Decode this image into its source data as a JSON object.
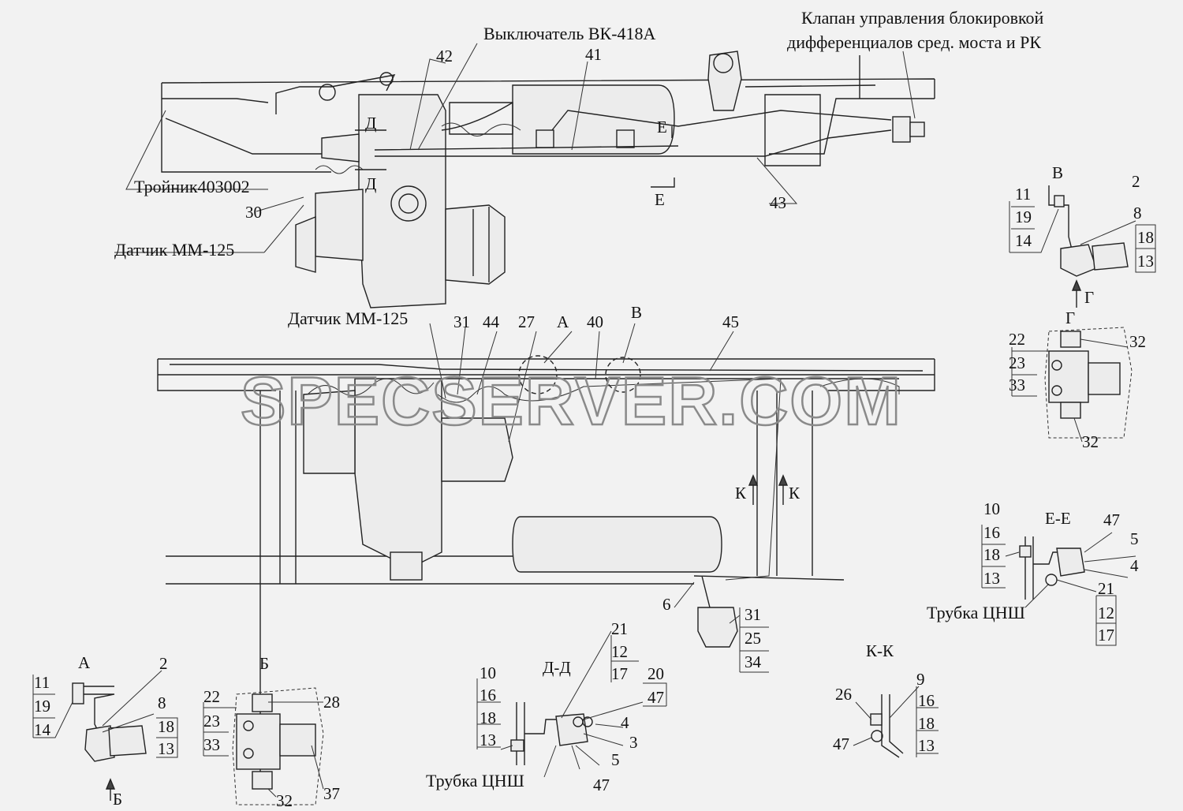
{
  "watermark": "SPECSERVER.COM",
  "top_view": {
    "labels": {
      "switch": "Выключатель ВК-418А",
      "valve_line1": "Клапан управления блокировкой",
      "valve_line2": "дифференциалов сред. моста и РК",
      "tee": "Тройник403002",
      "sensor": "Датчик ММ-125",
      "n42": "42",
      "n41": "41",
      "n43": "43",
      "n30": "30",
      "d_top": "Д",
      "d_bottom": "Д",
      "e_top": "Е",
      "e_bottom": "Е"
    }
  },
  "plan_view": {
    "labels": {
      "sensor": "Датчик ММ-125",
      "n31": "31",
      "n44": "44",
      "n27": "27",
      "a": "А",
      "n40": "40",
      "v": "В",
      "n45": "45",
      "k1": "К",
      "k2": "К",
      "n6": "6",
      "n31b": "31",
      "n25": "25",
      "n34": "34"
    }
  },
  "detail_v": {
    "title": "В",
    "left": [
      "11",
      "19",
      "14"
    ],
    "n2": "2",
    "right": [
      "8",
      "18",
      "13"
    ],
    "arrow": "Г"
  },
  "detail_g": {
    "title": "Г",
    "left": [
      "22",
      "23",
      "33"
    ],
    "n32a": "32",
    "n32b": "32"
  },
  "detail_ee": {
    "title": "Е-Е",
    "left": [
      "10",
      "16",
      "18",
      "13"
    ],
    "right_top": [
      "47",
      "5",
      "4"
    ],
    "right_bottom": [
      "21",
      "12",
      "17"
    ],
    "tube": "Трубка ЦНШ"
  },
  "detail_a": {
    "title": "А",
    "left": [
      "11",
      "19",
      "14"
    ],
    "n2": "2",
    "right": [
      "8",
      "18",
      "13"
    ],
    "arrow": "Б"
  },
  "detail_b": {
    "title": "Б",
    "left": [
      "22",
      "23",
      "33"
    ],
    "n28": "28",
    "n32": "32",
    "n37": "37"
  },
  "detail_dd": {
    "title": "Д-Д",
    "left": [
      "10",
      "16",
      "18",
      "13"
    ],
    "top": [
      "21",
      "12",
      "17"
    ],
    "right": [
      "20",
      "47"
    ],
    "n4": "4",
    "n3": "3",
    "n5": "5",
    "n47": "47",
    "tube": "Трубка ЦНШ"
  },
  "detail_kk": {
    "title": "К-К",
    "n26": "26",
    "n47": "47",
    "right": [
      "9",
      "16",
      "18",
      "13"
    ]
  }
}
